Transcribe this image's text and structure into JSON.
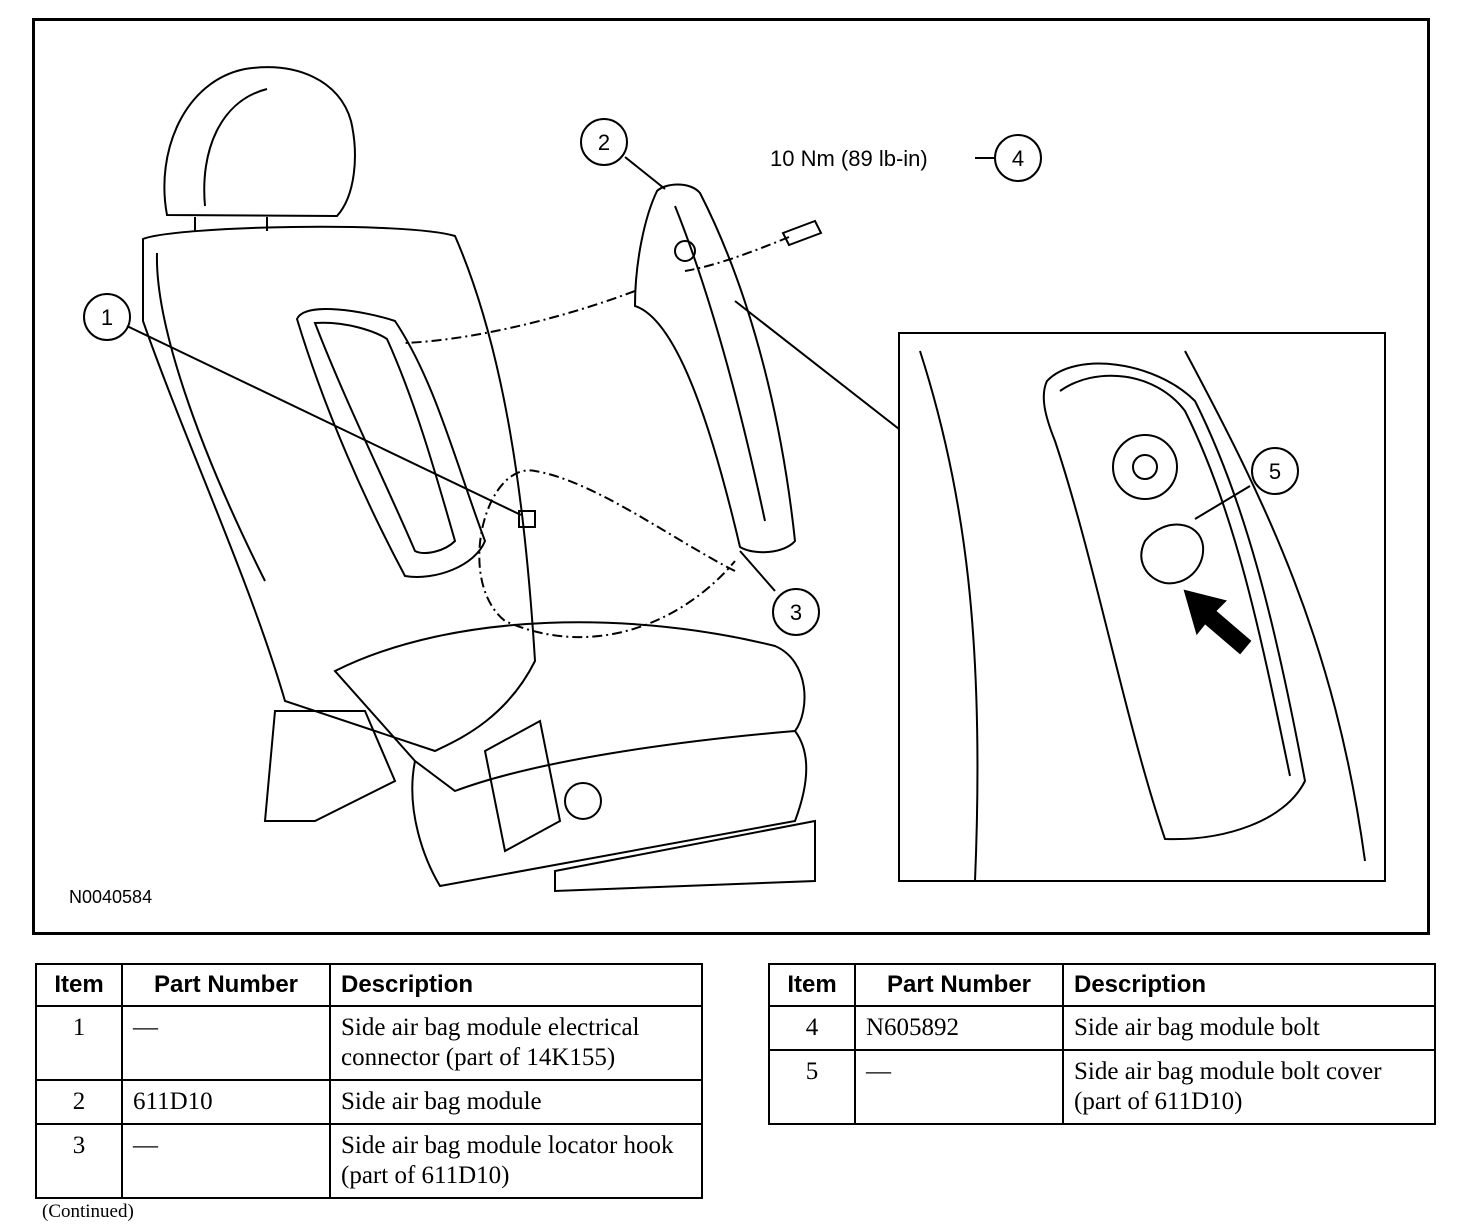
{
  "figure": {
    "id_label": "N0040584",
    "callouts": [
      "1",
      "2",
      "3",
      "4",
      "5"
    ],
    "torque_label": "10 Nm (89 lb-in)"
  },
  "table_headers": {
    "item": "Item",
    "part_number": "Part Number",
    "description": "Description"
  },
  "left_table": [
    {
      "item": "1",
      "part_number": "—",
      "description": "Side air bag module electrical connector (part of 14K155)"
    },
    {
      "item": "2",
      "part_number": "611D10",
      "description": "Side air bag module"
    },
    {
      "item": "3",
      "part_number": "—",
      "description": "Side air bag module locator hook (part of 611D10)"
    }
  ],
  "right_table": [
    {
      "item": "4",
      "part_number": "N605892",
      "description": "Side air bag module bolt"
    },
    {
      "item": "5",
      "part_number": "—",
      "description": "Side air bag module bolt cover (part of 611D10)"
    }
  ],
  "footer": {
    "continued": "(Continued)"
  }
}
